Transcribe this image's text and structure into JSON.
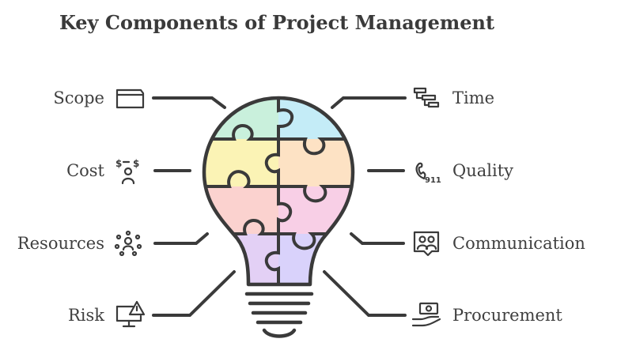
{
  "title": "Key Components of Project Management",
  "left_items": [
    {
      "label": "Scope",
      "icon": "folder-icon"
    },
    {
      "label": "Cost",
      "icon": "money-person-icon"
    },
    {
      "label": "Resources",
      "icon": "team-network-icon"
    },
    {
      "label": "Risk",
      "icon": "monitor-warning-icon"
    }
  ],
  "right_items": [
    {
      "label": "Time",
      "icon": "gantt-timeline-icon"
    },
    {
      "label": "Quality",
      "icon": "phone-911-icon"
    },
    {
      "label": "Communication",
      "icon": "people-chat-icon"
    },
    {
      "label": "Procurement",
      "icon": "hand-cash-icon"
    }
  ],
  "colors": {
    "outline": "#3a3a3a",
    "pieces": [
      "#c9f0dc",
      "#c4ecf7",
      "#fbf3b5",
      "#fde2c4",
      "#fbd2cf",
      "#f8cfe6",
      "#e3d0f5",
      "#d9d2fb"
    ]
  }
}
